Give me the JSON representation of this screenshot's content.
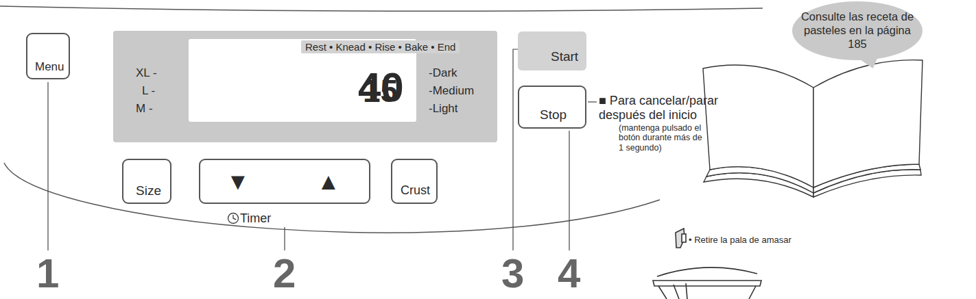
{
  "diagram": {
    "nodes": [
      {
        "text": [
          "Menu"
        ]
      },
      {
        "text": [
          "XL -",
          "L -",
          "M -",
          "-Dark",
          "-Medium",
          "-Light"
        ]
      },
      {
        "text": [
          "Rest • Knead • Rise • Bake • End",
          "15",
          "40"
        ],
        "in": 1
      },
      {
        "text": [
          "Start"
        ]
      },
      {
        "text": [
          "Stop"
        ]
      },
      {
        "text": [
          "Size"
        ]
      },
      {
        "text": [
          "▼",
          "▲"
        ]
      },
      {
        "text": [
          "Crust"
        ]
      },
      {
        "text": [
          "Consulte las receta de pasteles en la página 185"
        ]
      }
    ],
    "labels": [
      "Timer",
      "1",
      "2",
      "3",
      "4",
      "■ Para cancelar/parar después del inicio",
      "(mantenga pulsado el botón durante más de 1 segundo)",
      "• Retire la pala de amasar"
    ]
  }
}
